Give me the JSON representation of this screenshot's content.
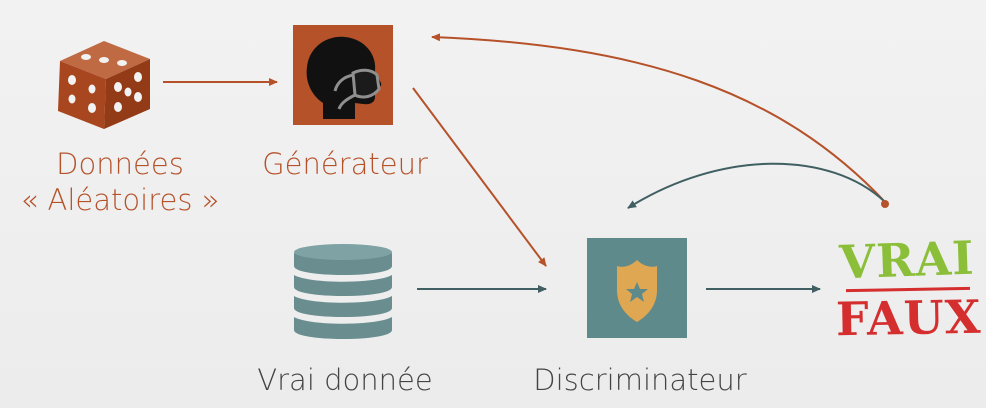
{
  "nodes": {
    "random_data": {
      "line1": "Données",
      "line2": "« Aléatoires »",
      "icon": "dice-icon"
    },
    "generator": {
      "label": "Générateur",
      "icon": "masked-head-icon"
    },
    "real_data": {
      "label": "Vrai donnée",
      "icon": "database-icon"
    },
    "discriminator": {
      "label": "Discriminateur",
      "icon": "police-badge-icon"
    },
    "verdict": {
      "true_label": "VRAI",
      "false_label": "FAUX",
      "icon": "verdict-stamp"
    }
  },
  "colors": {
    "orange": "#b5522a",
    "teal": "#6a8e90",
    "teal_dark": "#3f5f62",
    "badge": "#e0a752",
    "green_stamp": "#8bbf3a",
    "red_stamp": "#d42e2e",
    "background": "#eeeeee"
  }
}
